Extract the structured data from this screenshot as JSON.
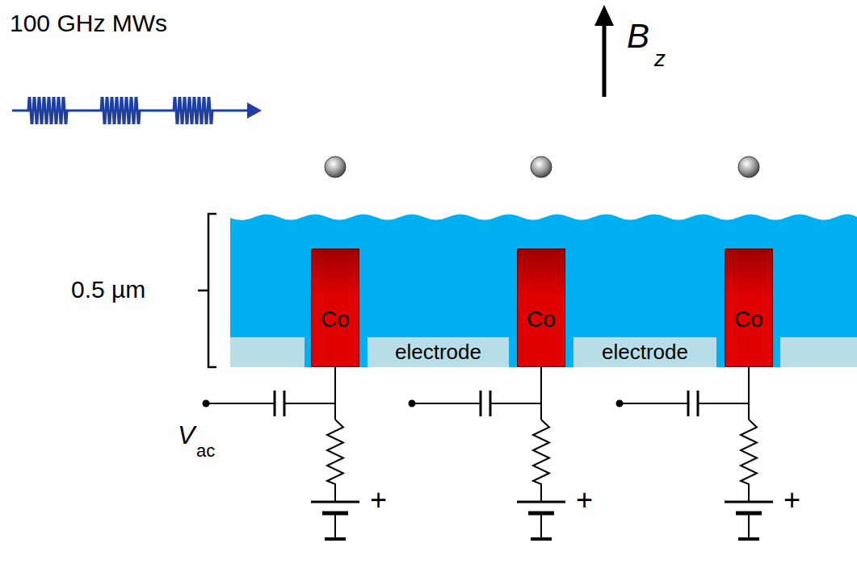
{
  "diagram": {
    "nodes": [
      {
        "text": [
          "Co"
        ]
      },
      {
        "text": [
          "electrode"
        ]
      },
      {
        "text": [
          "Co"
        ]
      },
      {
        "text": [
          "electrode"
        ]
      },
      {
        "text": [
          "Co"
        ]
      }
    ],
    "labels": [
      "100 GHz MWs",
      "B",
      "z",
      "0.5 µm",
      "V",
      "ac",
      "+",
      "+",
      "+"
    ]
  }
}
